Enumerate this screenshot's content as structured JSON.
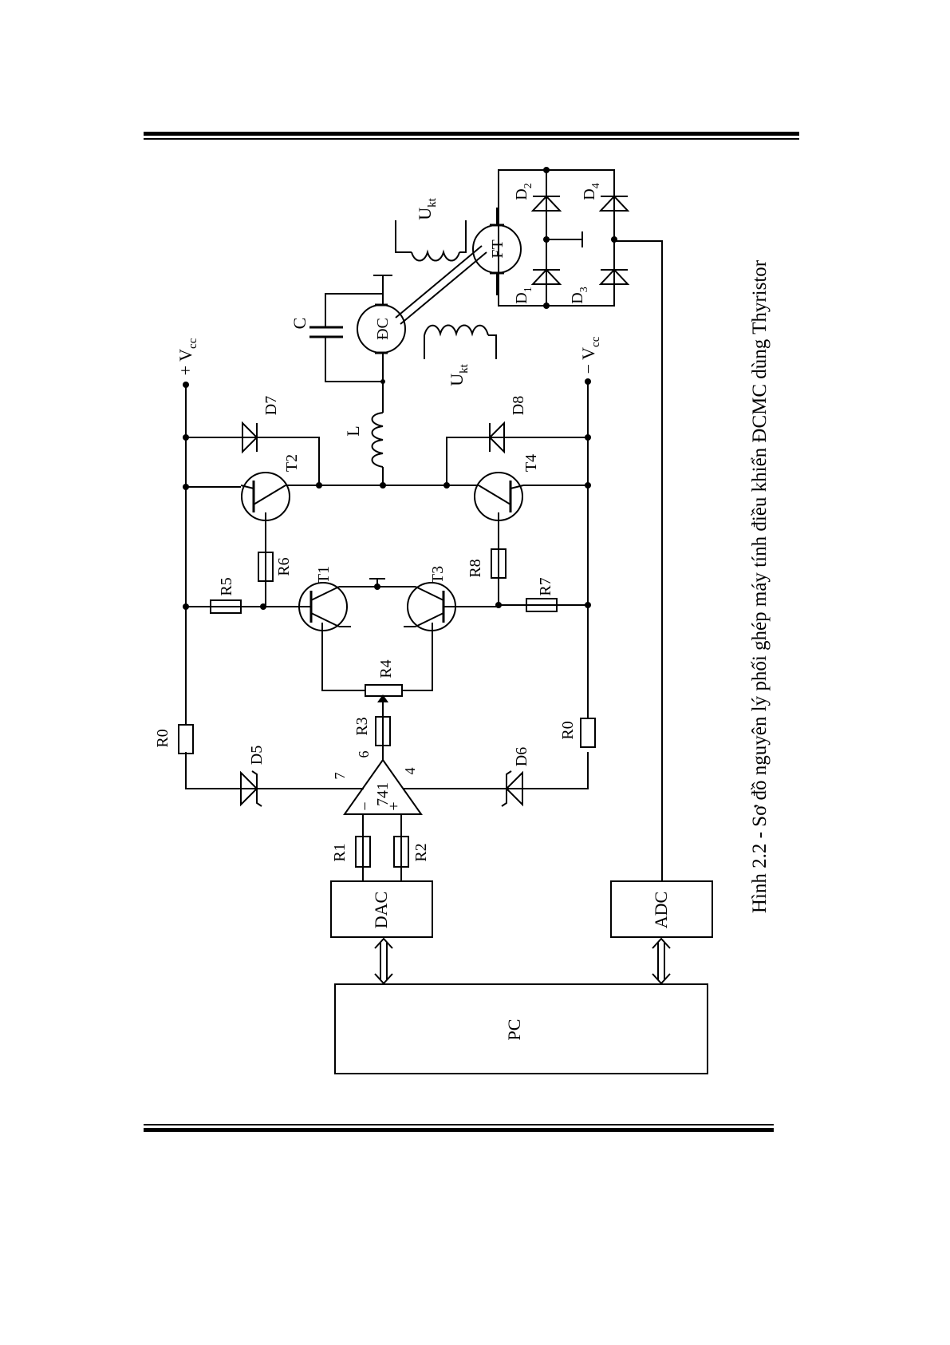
{
  "caption": "Hình 2.2 - Sơ đồ nguyên lý phối ghép máy tính điều khiển ĐCMC dùng Thyristor",
  "blocks": {
    "pc": "PC",
    "dac": "DAC",
    "adc": "ADC",
    "opamp": "741"
  },
  "opamp_pins": {
    "p7": "7",
    "p6": "6",
    "p4": "4",
    "minus": "−",
    "plus": "+"
  },
  "resistors": {
    "r0_top": "R0",
    "r0_bot": "R0",
    "r1": "R1",
    "r2": "R2",
    "r3": "R3",
    "r4": "R4",
    "r5": "R5",
    "r6": "R6",
    "r7": "R7",
    "r8": "R8"
  },
  "transistors": {
    "t1": "T1",
    "t2": "T2",
    "t3": "T3",
    "t4": "T4"
  },
  "diodes": {
    "d5": "D5",
    "d6": "D6",
    "d7": "D7",
    "d8": "D8"
  },
  "bridge": {
    "d1": "D",
    "d1s": "1",
    "d2": "D",
    "d2s": "2",
    "d3": "D",
    "d3s": "3",
    "d4": "D",
    "d4s": "4"
  },
  "supplies": {
    "vcc_pos": "+ V",
    "vcc_pos_sub": "cc",
    "vcc_neg": "− V",
    "vcc_neg_sub": "cc"
  },
  "components": {
    "inductor": "L",
    "capacitor": "C",
    "motor": "ĐC",
    "tacho": "FT"
  },
  "excitation": {
    "u": "U",
    "sub": "kt"
  }
}
